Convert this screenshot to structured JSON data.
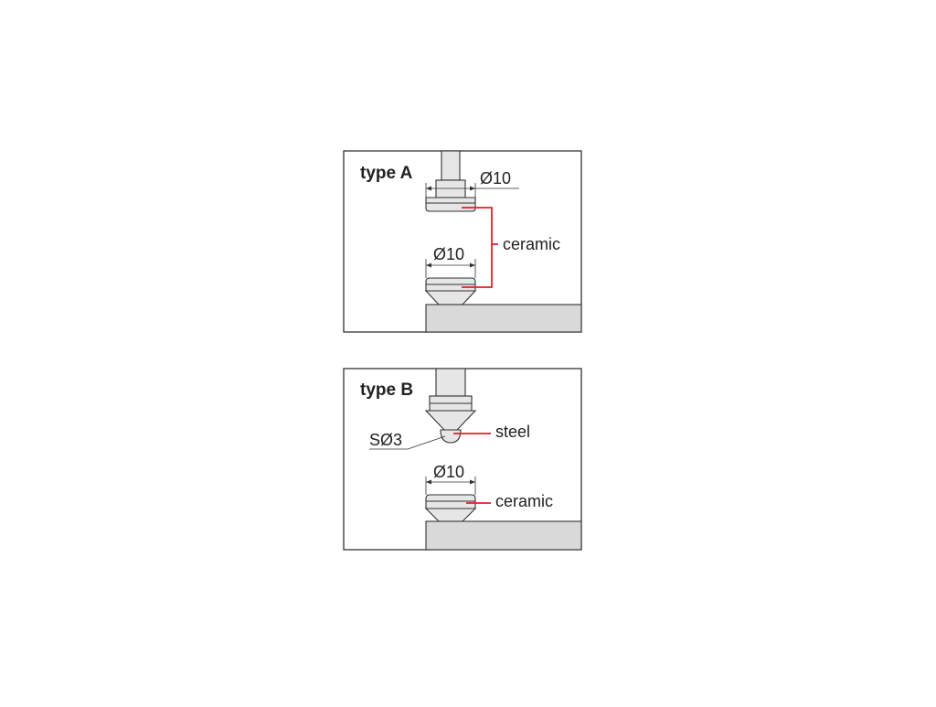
{
  "panels": {
    "type_a": {
      "title": "type A",
      "upper_diameter": "Ø10",
      "lower_diameter": "Ø10",
      "material_label": "ceramic"
    },
    "type_b": {
      "title": "type B",
      "ball_size": "SØ3",
      "upper_material": "steel",
      "lower_diameter": "Ø10",
      "lower_material": "ceramic"
    }
  },
  "colors": {
    "leader_red": "#e0202a",
    "part_fill": "#e6e6e6",
    "base_fill": "#d9d9d9",
    "outline": "#333333"
  }
}
